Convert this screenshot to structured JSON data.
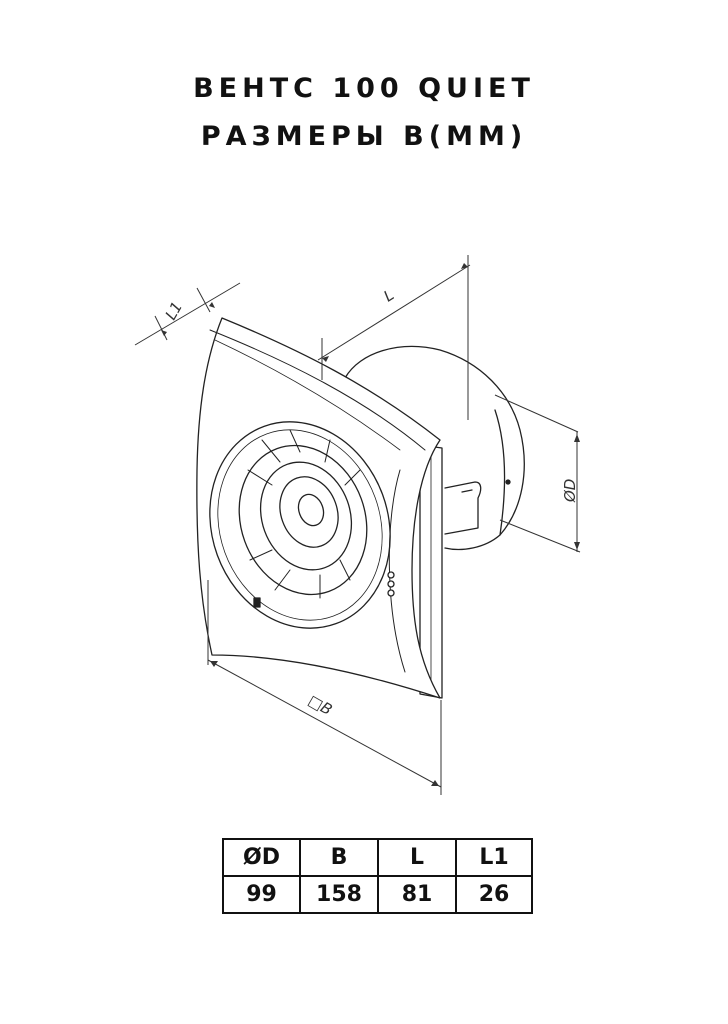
{
  "title": {
    "line1": "ВЕНТС 100 QUIET",
    "line2": "РАЗМЕРЫ В(ММ)"
  },
  "diagram": {
    "labels": {
      "L1": "L1",
      "L": "L",
      "D": "ØD",
      "B": "□B"
    }
  },
  "table": {
    "headers": [
      "ØD",
      "B",
      "L",
      "L1"
    ],
    "values": [
      "99",
      "158",
      "81",
      "26"
    ]
  }
}
